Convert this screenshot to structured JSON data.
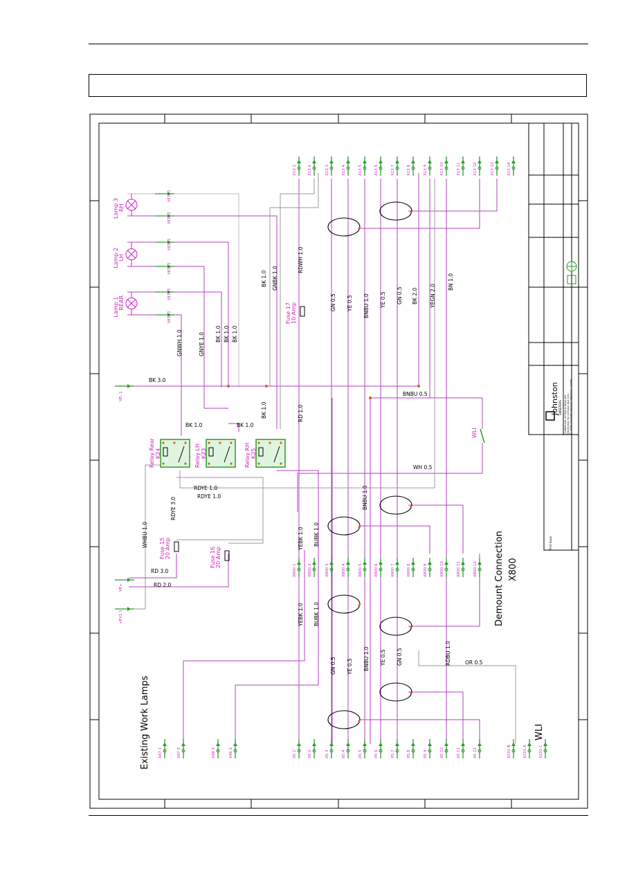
{
  "title_block": {
    "company": "Johnston",
    "company_sub": "SWEEPERS",
    "notes": [
      "Confidential, All Rights Reserved.",
      "Distribution for Johnston Use Only",
      "© 2016 Copyright Johnston Sweepers Limited"
    ],
    "revision_note": "First Issue"
  },
  "sections": {
    "existing": "Existing Work Lamps",
    "demount": "Demount Connection",
    "demount_code": "X800",
    "wli": "WLI"
  },
  "lamps": [
    {
      "label": "Lamp 3",
      "side": "RH",
      "c1": "X813 1",
      "c2": "X813 2"
    },
    {
      "label": "Lamp 2",
      "side": "LH",
      "c1": "X812 1",
      "c2": "X812 2"
    },
    {
      "label": "Lamp 1",
      "side": "REAR",
      "c1": "X811 1",
      "c2": "X811 2"
    }
  ],
  "relays": [
    {
      "name": "Relay Rear",
      "code": "K24"
    },
    {
      "name": "Relay LH",
      "code": "K23"
    },
    {
      "name": "Relay RH",
      "code": "K25"
    }
  ],
  "fuses": [
    {
      "name": "Fuse 17",
      "rating": "10 Amp"
    },
    {
      "name": "Fuse 15",
      "rating": "20 Amp"
    },
    {
      "name": "Fuse 16",
      "rating": "20 Amp"
    }
  ],
  "power_terms": {
    "neg": "VE- 1",
    "pos": "VE+",
    "ev": "+EV1 1"
  },
  "wli_element": "WLI",
  "connectors": {
    "x13": [
      "X13 1",
      "X13 2",
      "X13 3",
      "X13 4",
      "X13 5",
      "X13 6",
      "X13 7",
      "X13 8",
      "X13 9",
      "X13 10",
      "X13 11",
      "X13 12",
      "X13 13",
      "X13 14"
    ],
    "x800": [
      "X800 1",
      "X800 2",
      "X800 3",
      "X800 4",
      "X800 5",
      "X800 6",
      "X800 7",
      "X800 8",
      "X800 9",
      "X800 10",
      "X800 11",
      "X800 12"
    ],
    "x5": [
      "X5 1",
      "X5 2",
      "X5 3",
      "X5 4",
      "X5 5",
      "X5 6",
      "X5 7",
      "X5 8",
      "X5 9",
      "X5 10",
      "X5 11",
      "X5 12"
    ],
    "x47": [
      "X47 1",
      "X47 2"
    ],
    "x46": [
      "X46 1",
      "X46 2"
    ],
    "x101": [
      "X101 B",
      "X101 A",
      "X101 C"
    ]
  },
  "wire_labels": {
    "top": [
      "GNWH 1.0",
      "GNYE 1.0",
      "BK 1.0",
      "BK 1.0",
      "BK 1.0",
      "BK 1.0",
      "GNBK 1.0",
      "RDWH 1.0",
      "GN 0.5",
      "YE 0.5",
      "BNBU 1.0",
      "YE 0.5",
      "GN 0.5",
      "BK 2.0",
      "YEGN 2.0",
      "BN 1.0"
    ],
    "mid": [
      "BK 3.0",
      "BK 1.0",
      "RD 1.0",
      "BNBU 0.5",
      "BK 1.0",
      "BK 1.0",
      "WH 0.5",
      "BNBU 1.0",
      "RDYE 1.0",
      "RDYE 1.0",
      "RDYE 3.0",
      "WHBU 1.0",
      "YEBK 1.0",
      "BUBK 1.0",
      "RD 3.0",
      "RD 2.0"
    ],
    "bottom": [
      "YEBK 1.0",
      "BUBK 1.0",
      "GN 0.5",
      "YE 0.5",
      "BNBU 1.0",
      "YE 0.5",
      "GN 0.5",
      "RDBU 1.0",
      "OR 0.5"
    ]
  }
}
